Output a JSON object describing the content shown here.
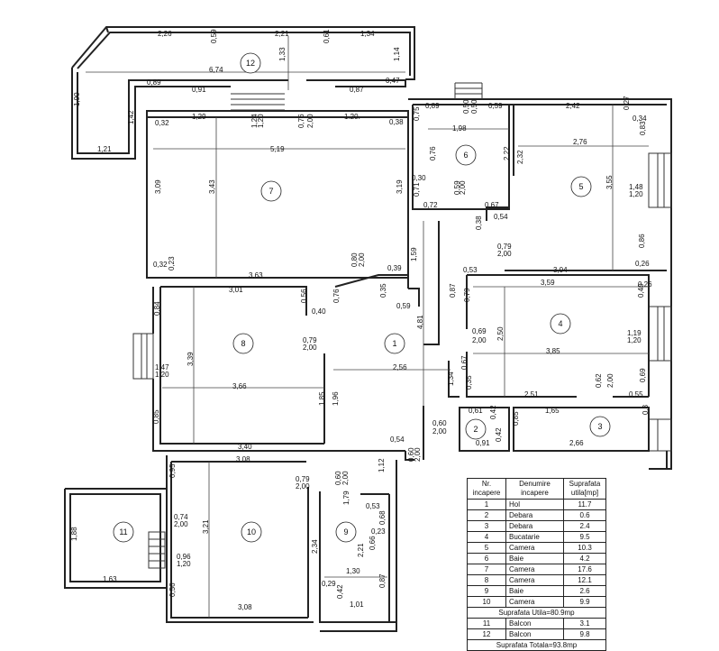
{
  "rooms": [
    {
      "nr": "1",
      "name": "Hol",
      "area": "11.7"
    },
    {
      "nr": "2",
      "name": "Debara",
      "area": "0.6"
    },
    {
      "nr": "3",
      "name": "Debara",
      "area": "2.4"
    },
    {
      "nr": "4",
      "name": "Bucatarie",
      "area": "9.5"
    },
    {
      "nr": "5",
      "name": "Camera",
      "area": "10.3"
    },
    {
      "nr": "6",
      "name": "Baie",
      "area": "4.2"
    },
    {
      "nr": "7",
      "name": "Camera",
      "area": "17.6"
    },
    {
      "nr": "8",
      "name": "Camera",
      "area": "12.1"
    },
    {
      "nr": "9",
      "name": "Baie",
      "area": "2.6"
    },
    {
      "nr": "10",
      "name": "Camera",
      "area": "9.9"
    }
  ],
  "balconies": [
    {
      "nr": "11",
      "name": "Balcon",
      "area": "3.1"
    },
    {
      "nr": "12",
      "name": "Balcon",
      "area": "9.8"
    }
  ],
  "table": {
    "header_nr": "Nr. incapere",
    "header_name": "Denumire incapere",
    "header_area": "Suprafata utila[mp]",
    "total_utila": "Suprafata Utila=80.9mp",
    "total_totala": "Suprafata Totala=93.8mp"
  },
  "dimensions": [
    "2,26",
    "0,59",
    "2,21",
    "0,61",
    "1,34",
    "1,33",
    "1,14",
    "6,74",
    "0,47",
    "0,89",
    "0,91",
    "0,87",
    "1,90",
    "1,42",
    "1,21",
    "0,32",
    "1,29",
    "1,24",
    "1,20",
    "0,76",
    "2,00",
    "1.20.",
    "0,38",
    "5,19",
    "3,09",
    "3,43",
    "3,19",
    "0,32",
    "0,23",
    "3,63",
    "0,89",
    "0,75",
    "0,50",
    "0,50",
    "0,59",
    "1,98",
    "0,76",
    "2,22",
    "0,30",
    "0,71",
    "0,59",
    "2,00",
    "0,72",
    "0,67",
    "0,54",
    "0,38",
    "2,42",
    "0,27",
    "0,34",
    "0,83",
    "2,32",
    "2,76",
    "3,55",
    "1,48",
    "1,20",
    "0,86",
    "0,26",
    "0,80",
    "2,00",
    "0,39",
    "1,59",
    "0,79",
    "2,00",
    "0,53",
    "3,04",
    "3,59",
    "0,26",
    "0,87",
    "0,79",
    "0,40",
    "3,01",
    "0,56",
    "0,76",
    "0,40",
    "0,35",
    "0,59",
    "0,84",
    "4,81",
    "0,69",
    "2,00",
    "2,50",
    "1,19",
    "1,20",
    "0,79",
    "2,00",
    "1,47",
    "1,20",
    "3,39",
    "2,56",
    "0,67",
    "3,85",
    "1,34",
    "0,62",
    "2,00",
    "0,69",
    "3,66",
    "0,35",
    "2,51",
    "0,55",
    "1,85",
    "1,96",
    "0,61",
    "0,42",
    "1,65",
    "0,3",
    "0,85",
    "0,85",
    "0,60",
    "2,00",
    "0,42",
    "0,91",
    "2,66",
    "3,40",
    "0,54",
    "3,08",
    "0,60",
    "2,00",
    "0,95",
    "0,79",
    "2,00",
    "0,60",
    "2,00",
    "1,12",
    "0,53",
    "0,68",
    "0,74",
    "2,00",
    "0,23",
    "1,88",
    "3,21",
    "1,79",
    "0,66",
    "2,21",
    "0,96",
    "1,20",
    "2,34",
    "1,30",
    "1,63",
    "0,29",
    "0,42",
    "1,01",
    "0,87",
    "0,56",
    "3,08"
  ]
}
